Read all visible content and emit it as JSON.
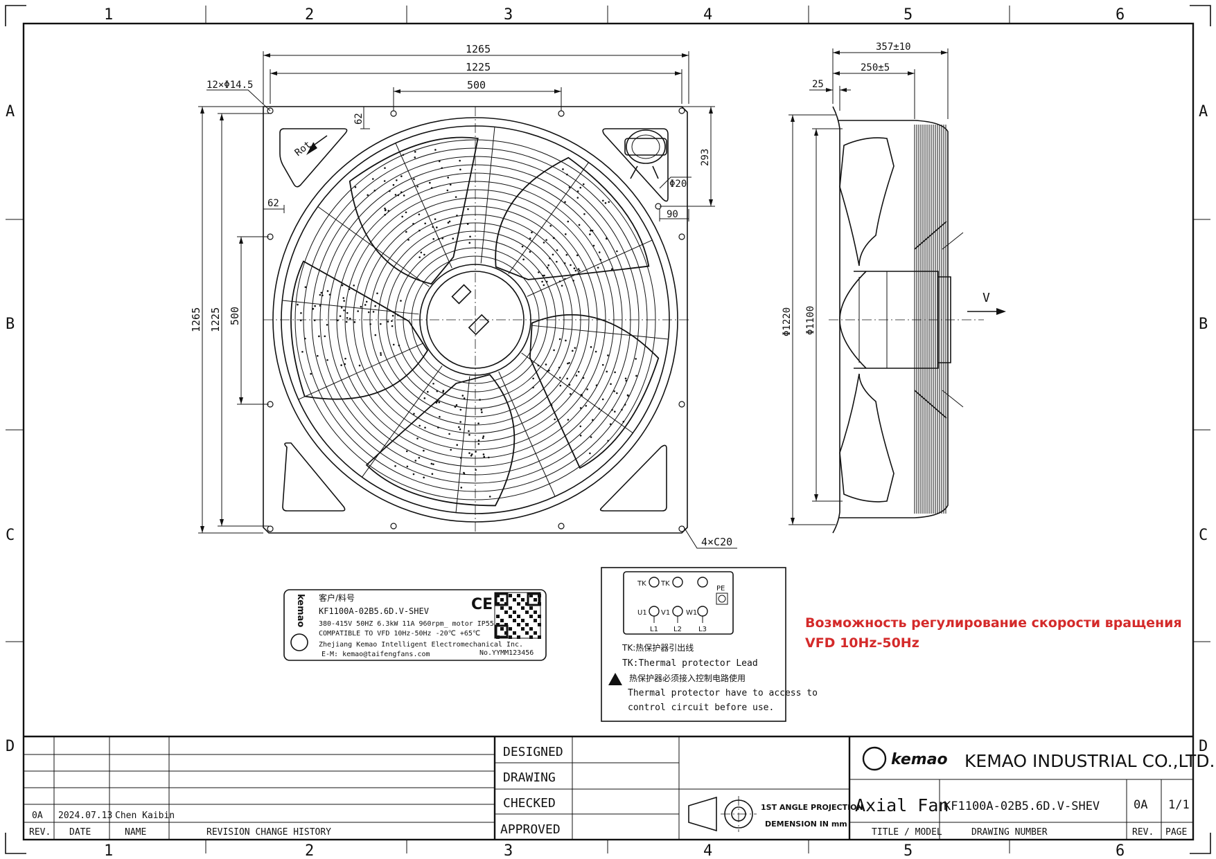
{
  "frame": {
    "columns": [
      "1",
      "2",
      "3",
      "4",
      "5",
      "6"
    ],
    "rows": [
      "A",
      "B",
      "C",
      "D"
    ]
  },
  "front_view": {
    "dim_outer_width": "1265",
    "dim_hole_width": "1225",
    "dim_center_holes": "500",
    "dim_holes_callout": "12×Φ14.5",
    "dim_corner_top": "62",
    "dim_corner_left": "62",
    "dim_box_height": "293",
    "dim_box_hole": "Φ20",
    "dim_box_offset": "90",
    "dim_outer_height": "1265",
    "dim_hole_height": "1225",
    "dim_center_holes_v": "500",
    "dim_chamfer": "4×C20",
    "rotation_label": "Rot."
  },
  "side_view": {
    "dim_depth": "357±10",
    "dim_guard": "250±5",
    "dim_flange": "25",
    "dim_outer_dia": "Φ1220",
    "dim_inner_dia": "Φ1100",
    "airflow_label": "V"
  },
  "nameplate": {
    "customer_label": "客户/料号",
    "model": "KF1100A-02B5.6D.V-SHEV",
    "specs": "380-415V 50HZ 6.3kW 11A 960rpm_ motor IP55",
    "vfd": "COMPATIBLE TO VFD 10Hz-50Hz  -20℃ +65℃",
    "company": "Zhejiang Kemao Intelligent Electromechanical Inc.",
    "email": "E-M: kemao@taifengfans.com",
    "serial": "No.YYMM123456",
    "ce": "CE"
  },
  "wiring": {
    "terminals_top": [
      "TK",
      "TK",
      ""
    ],
    "terminals_bottom": [
      "U1",
      "V1",
      "W1"
    ],
    "lines": [
      "L1",
      "L2",
      "L3"
    ],
    "pe": "PE",
    "tk_cn": "TK:热保护器引出线",
    "tk_en": "TK:Thermal protector Lead",
    "warn_cn": "热保护器必须接入控制电路使用",
    "warn_en_1": "Thermal protector have to access to",
    "warn_en_2": "control circuit before use."
  },
  "note": {
    "line1": "Возможность регулирование скорости вращения",
    "line2": "VFD 10Hz-50Hz",
    "color": "#d42a2a"
  },
  "title_block": {
    "rev_row": {
      "rev": "0A",
      "date": "2024.07.13",
      "name": "Chen Kaibin"
    },
    "headers": {
      "rev": "REV.",
      "date": "DATE",
      "name": "NAME",
      "history": "REVISION CHANGE HISTORY"
    },
    "signoffs": [
      "DESIGNED",
      "DRAWING",
      "CHECKED",
      "APPROVED"
    ],
    "projection_1": "1ST ANGLE PROJECTION",
    "projection_2": "DEMENSION IN mm",
    "logo_text": "kemao",
    "company": "KEMAO INDUSTRIAL CO.,LTD.",
    "title": "Axial Fan",
    "drawing_number": "KF1100A-02B5.6D.V-SHEV",
    "revision": "0A",
    "page": "1/1",
    "label_title": "TITLE / MODEL",
    "label_number": "DRAWING NUMBER",
    "label_rev": "REV.",
    "label_page": "PAGE"
  }
}
